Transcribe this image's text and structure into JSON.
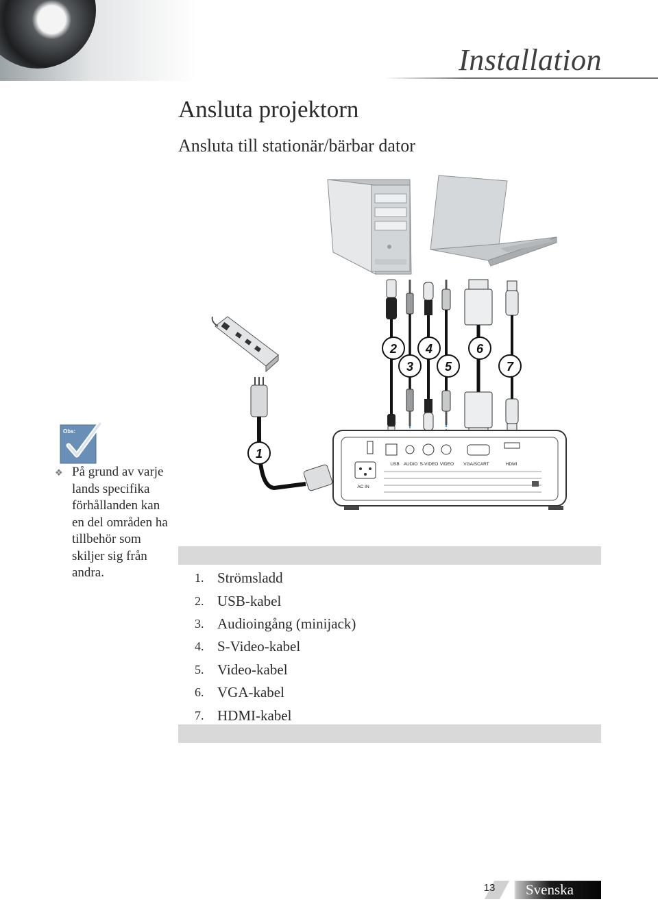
{
  "header": {
    "section_title": "Installation"
  },
  "page": {
    "title": "Ansluta projektorn",
    "subtitle": "Ansluta till stationär/bärbar dator"
  },
  "note": {
    "icon_label": "Obs:",
    "text": "På grund av varje lands specifika förhållanden kan en del områden ha tillbehör som skiljer sig från andra."
  },
  "diagram": {
    "callouts": [
      "1",
      "2",
      "3",
      "4",
      "5",
      "6",
      "7"
    ],
    "port_labels": [
      "USB",
      "AUDIO",
      "S-VIDEO",
      "VIDEO",
      "VGA/SCART",
      "HDMI"
    ],
    "ac_label": "AC IN"
  },
  "cables": [
    {
      "num": "1.",
      "label": "Strömsladd"
    },
    {
      "num": "2.",
      "label": "USB-kabel"
    },
    {
      "num": "3.",
      "label": "Audioingång (minijack)"
    },
    {
      "num": "4.",
      "label": "S-Video-kabel"
    },
    {
      "num": "5.",
      "label": "Video-kabel"
    },
    {
      "num": "6.",
      "label": "VGA-kabel"
    },
    {
      "num": "7.",
      "label": "HDMI-kabel"
    }
  ],
  "footer": {
    "page_number": "13",
    "language": "Svenska"
  }
}
